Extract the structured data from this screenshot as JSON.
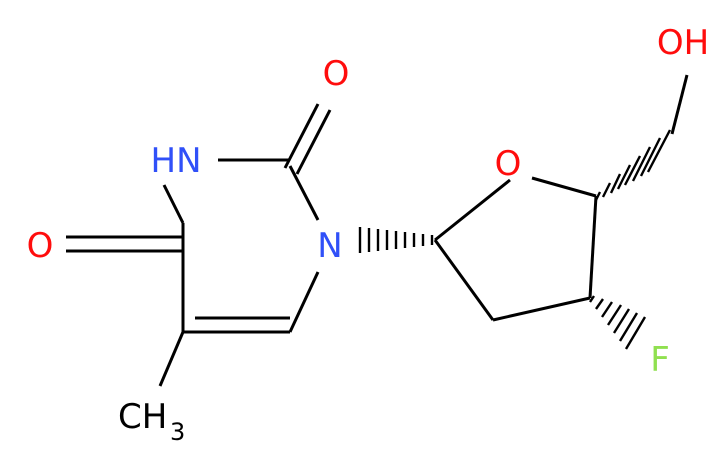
{
  "molecule": {
    "atoms": {
      "o_top": {
        "label": "O"
      },
      "nh": {
        "label": "HN"
      },
      "o_left": {
        "label": "O"
      },
      "n1": {
        "label": "N"
      },
      "ch3_c": {
        "label": "CH"
      },
      "ch3_sub": {
        "label": "3"
      },
      "o_ring": {
        "label": "O"
      },
      "oh": {
        "label": "OH"
      },
      "f": {
        "label": "F"
      }
    },
    "colors": {
      "oxygen": "#ff0d0d",
      "nitrogen": "#3050f8",
      "fluorine": "#90e050",
      "carbon_bond": "#000000"
    }
  }
}
